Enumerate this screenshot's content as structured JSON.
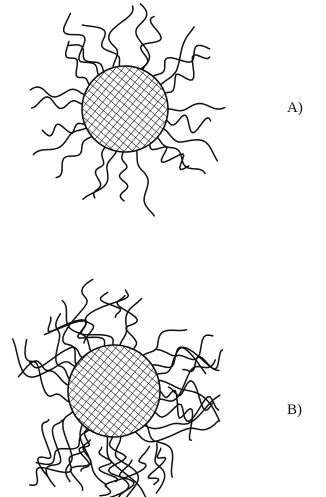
{
  "figure": {
    "panels": [
      {
        "label": "A)",
        "structure": "particle-core-with-extended-chains"
      },
      {
        "label": "B)",
        "structure": "particle-core-with-entangled-chains"
      }
    ],
    "colors": {
      "ink": "#111111",
      "background": "#ffffff"
    }
  }
}
